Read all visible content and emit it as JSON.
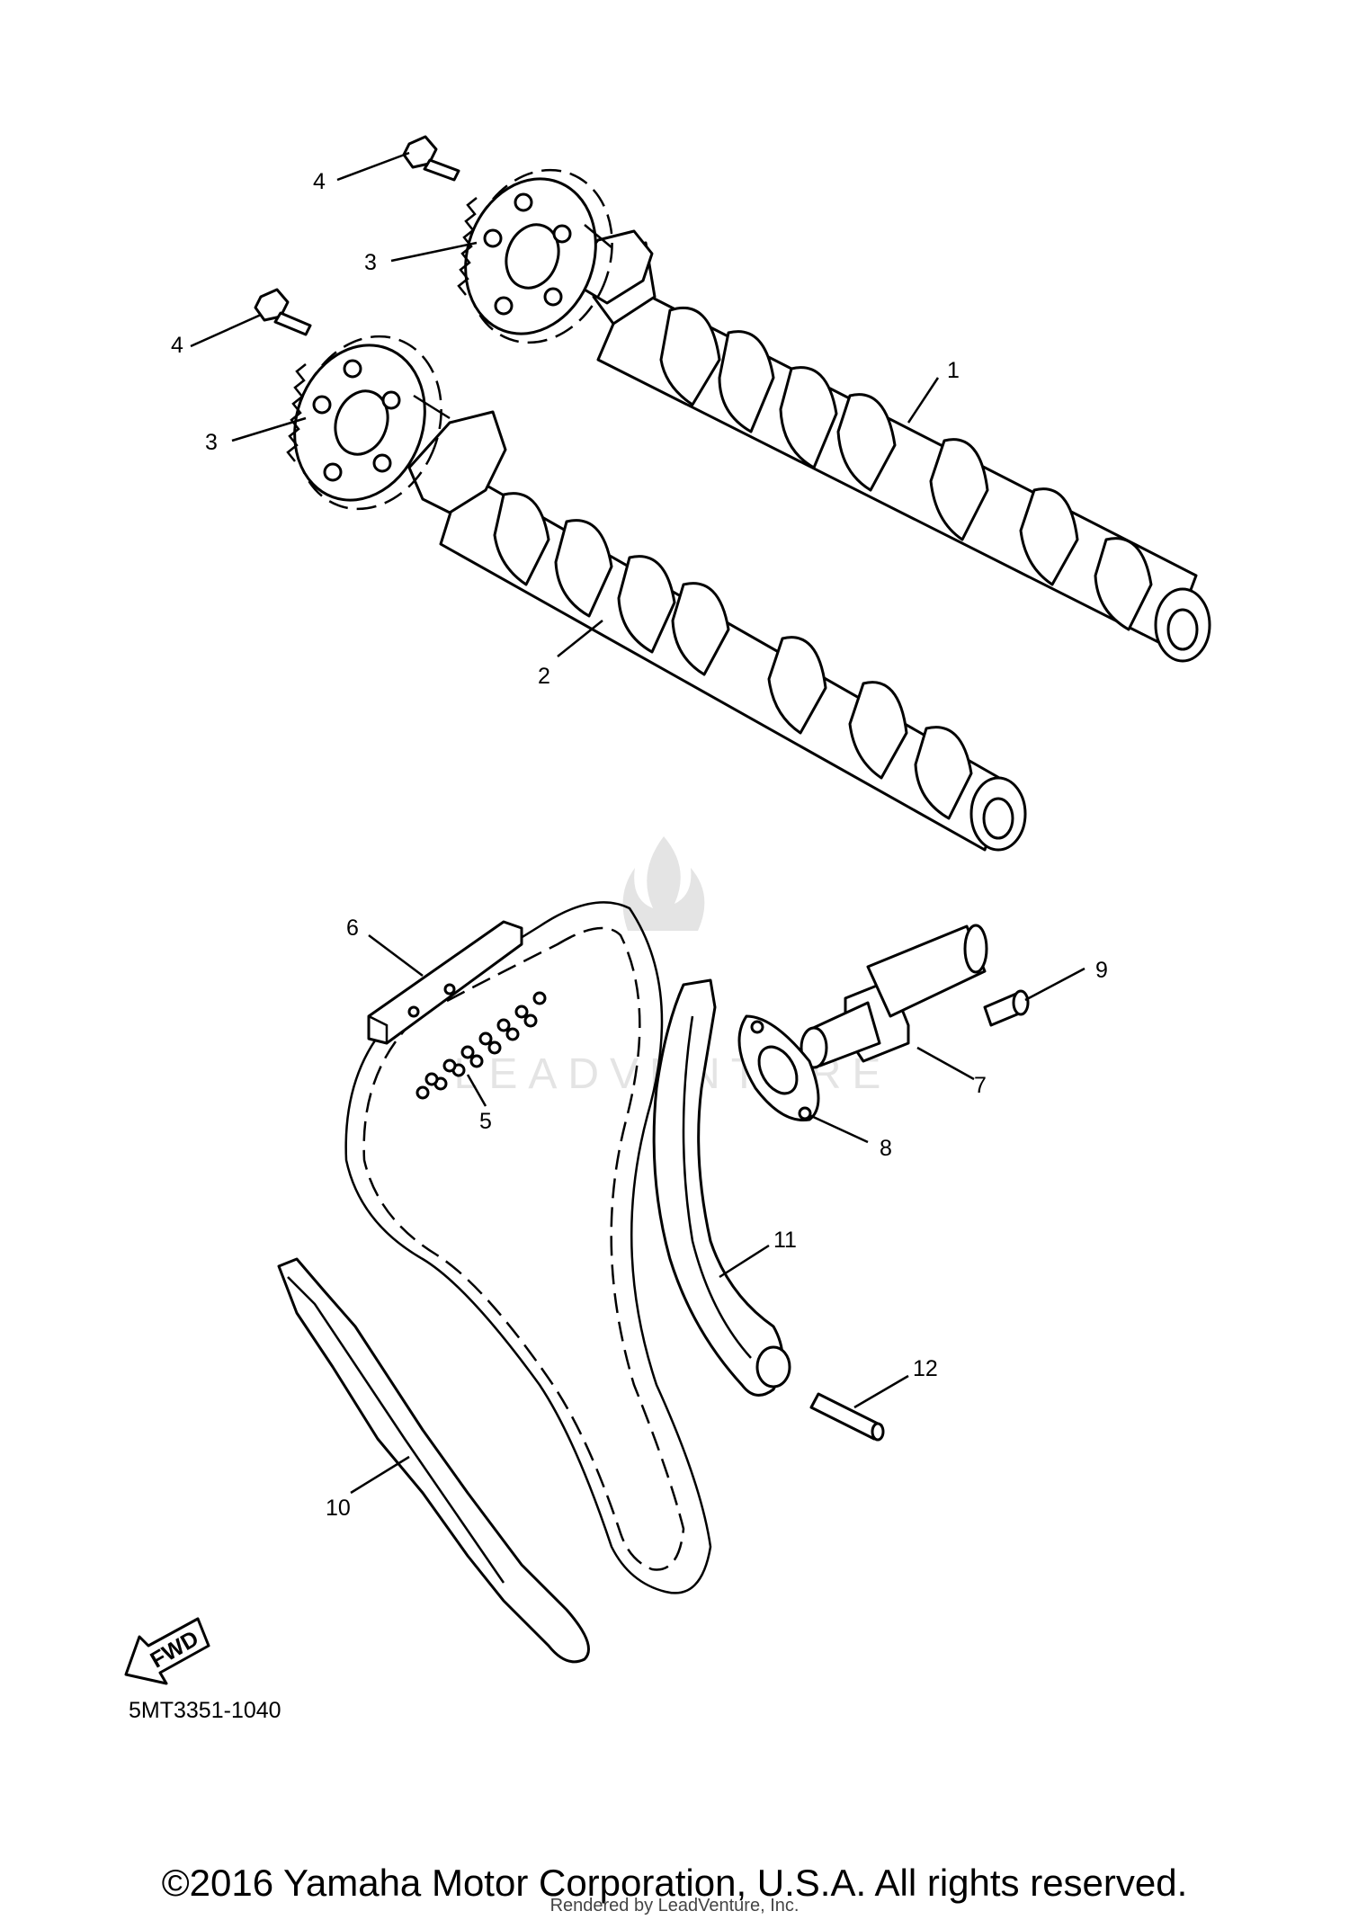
{
  "diagram": {
    "callouts": [
      "1",
      "2",
      "3",
      "3",
      "4",
      "4",
      "5",
      "6",
      "7",
      "8",
      "9",
      "10",
      "11",
      "12"
    ],
    "fwd_label": "FWD",
    "code": "5MT3351-1040",
    "watermark": "LEADVENTURE"
  },
  "footer": {
    "copyright": "©2016 Yamaha Motor Corporation, U.S.A. All rights reserved.",
    "rendered_by": "Rendered by LeadVenture, Inc."
  }
}
